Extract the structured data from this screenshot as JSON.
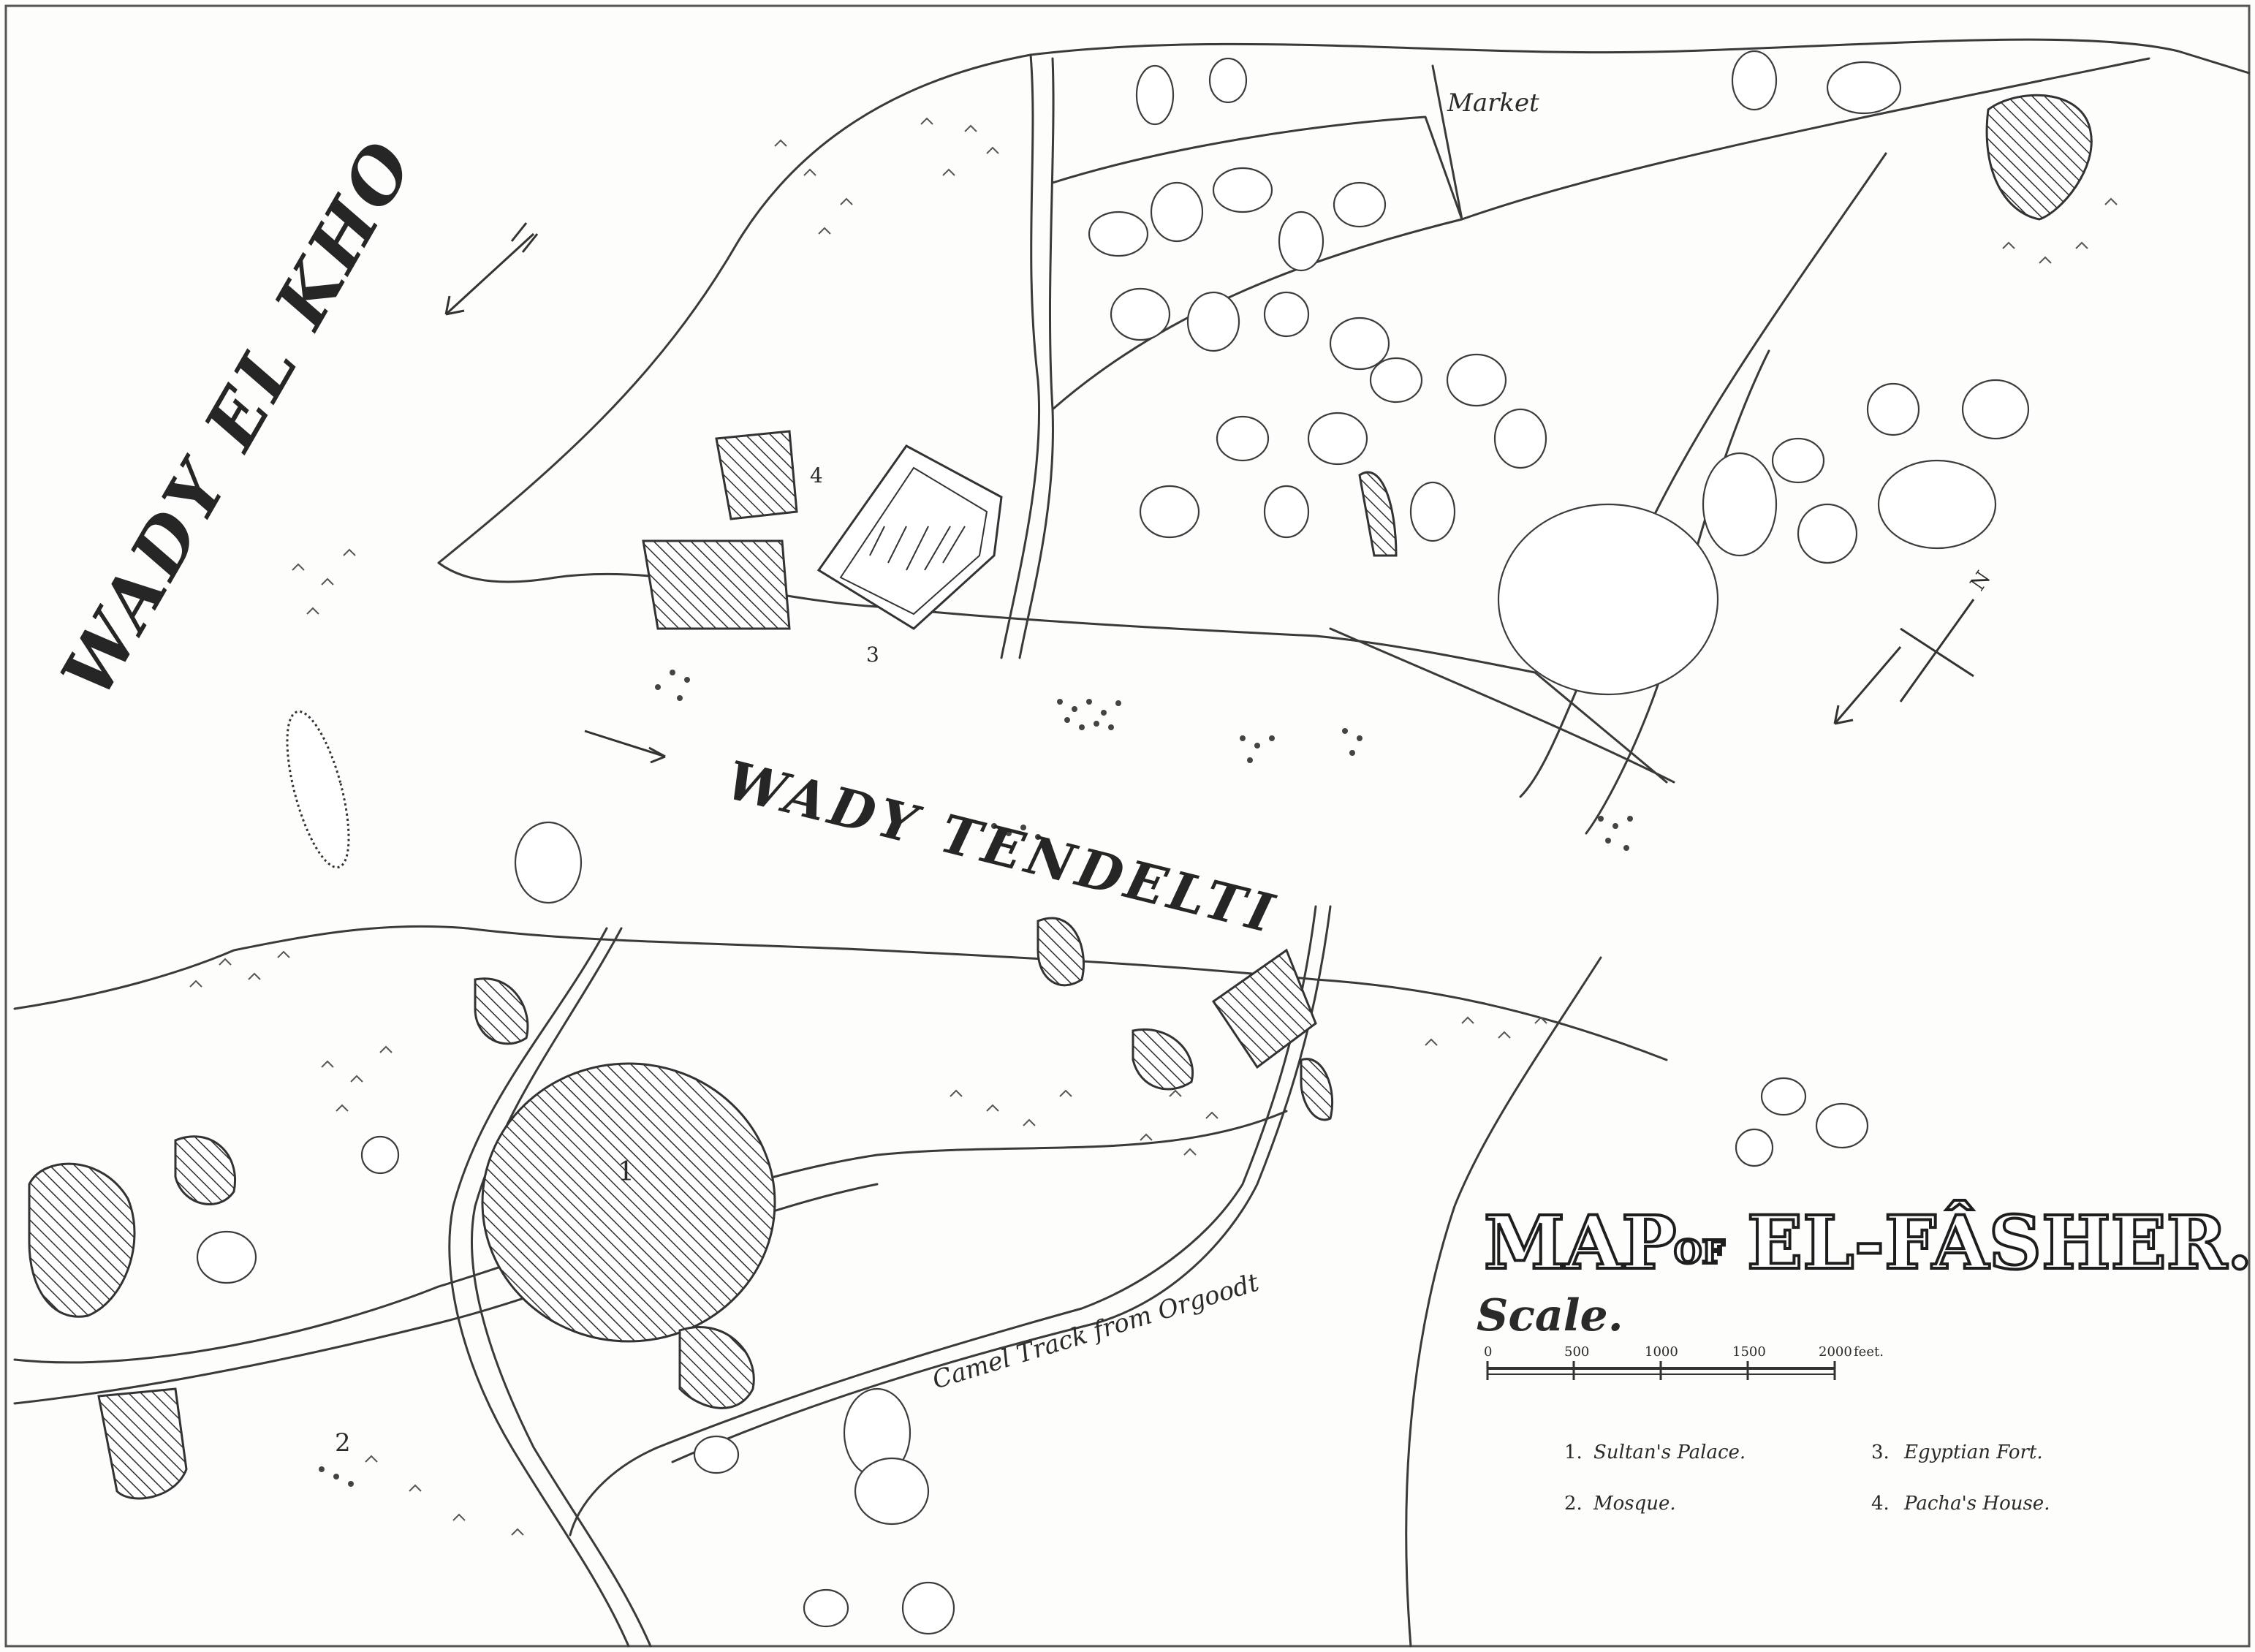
{
  "map": {
    "title_main": "MAP",
    "title_of": "OF",
    "title_place": "EL-FÂSHER.",
    "valleys": {
      "north": "WADY EL KHO",
      "center": "WADY TENDELTI"
    },
    "place_labels": {
      "market": "Market",
      "camel_track": "Camel Track from Orgoodt"
    },
    "marker_numbers": {
      "sultans_palace": "1",
      "mosque": "2",
      "egyptian_fort": "3",
      "pachas_house": "4"
    },
    "north_arrow_label": "N",
    "scale": {
      "heading": "Scale.",
      "ticks": [
        "0",
        "500",
        "1000",
        "1500",
        "2000"
      ],
      "unit": "feet."
    },
    "legend": [
      {
        "num": "1.",
        "text": "Sultan's Palace."
      },
      {
        "num": "2.",
        "text": "Mosque."
      },
      {
        "num": "3.",
        "text": "Egyptian Fort."
      },
      {
        "num": "4.",
        "text": "Pacha's House."
      }
    ],
    "colors": {
      "ink": "#3a3a3a",
      "paper": "#fdfdfb"
    }
  }
}
